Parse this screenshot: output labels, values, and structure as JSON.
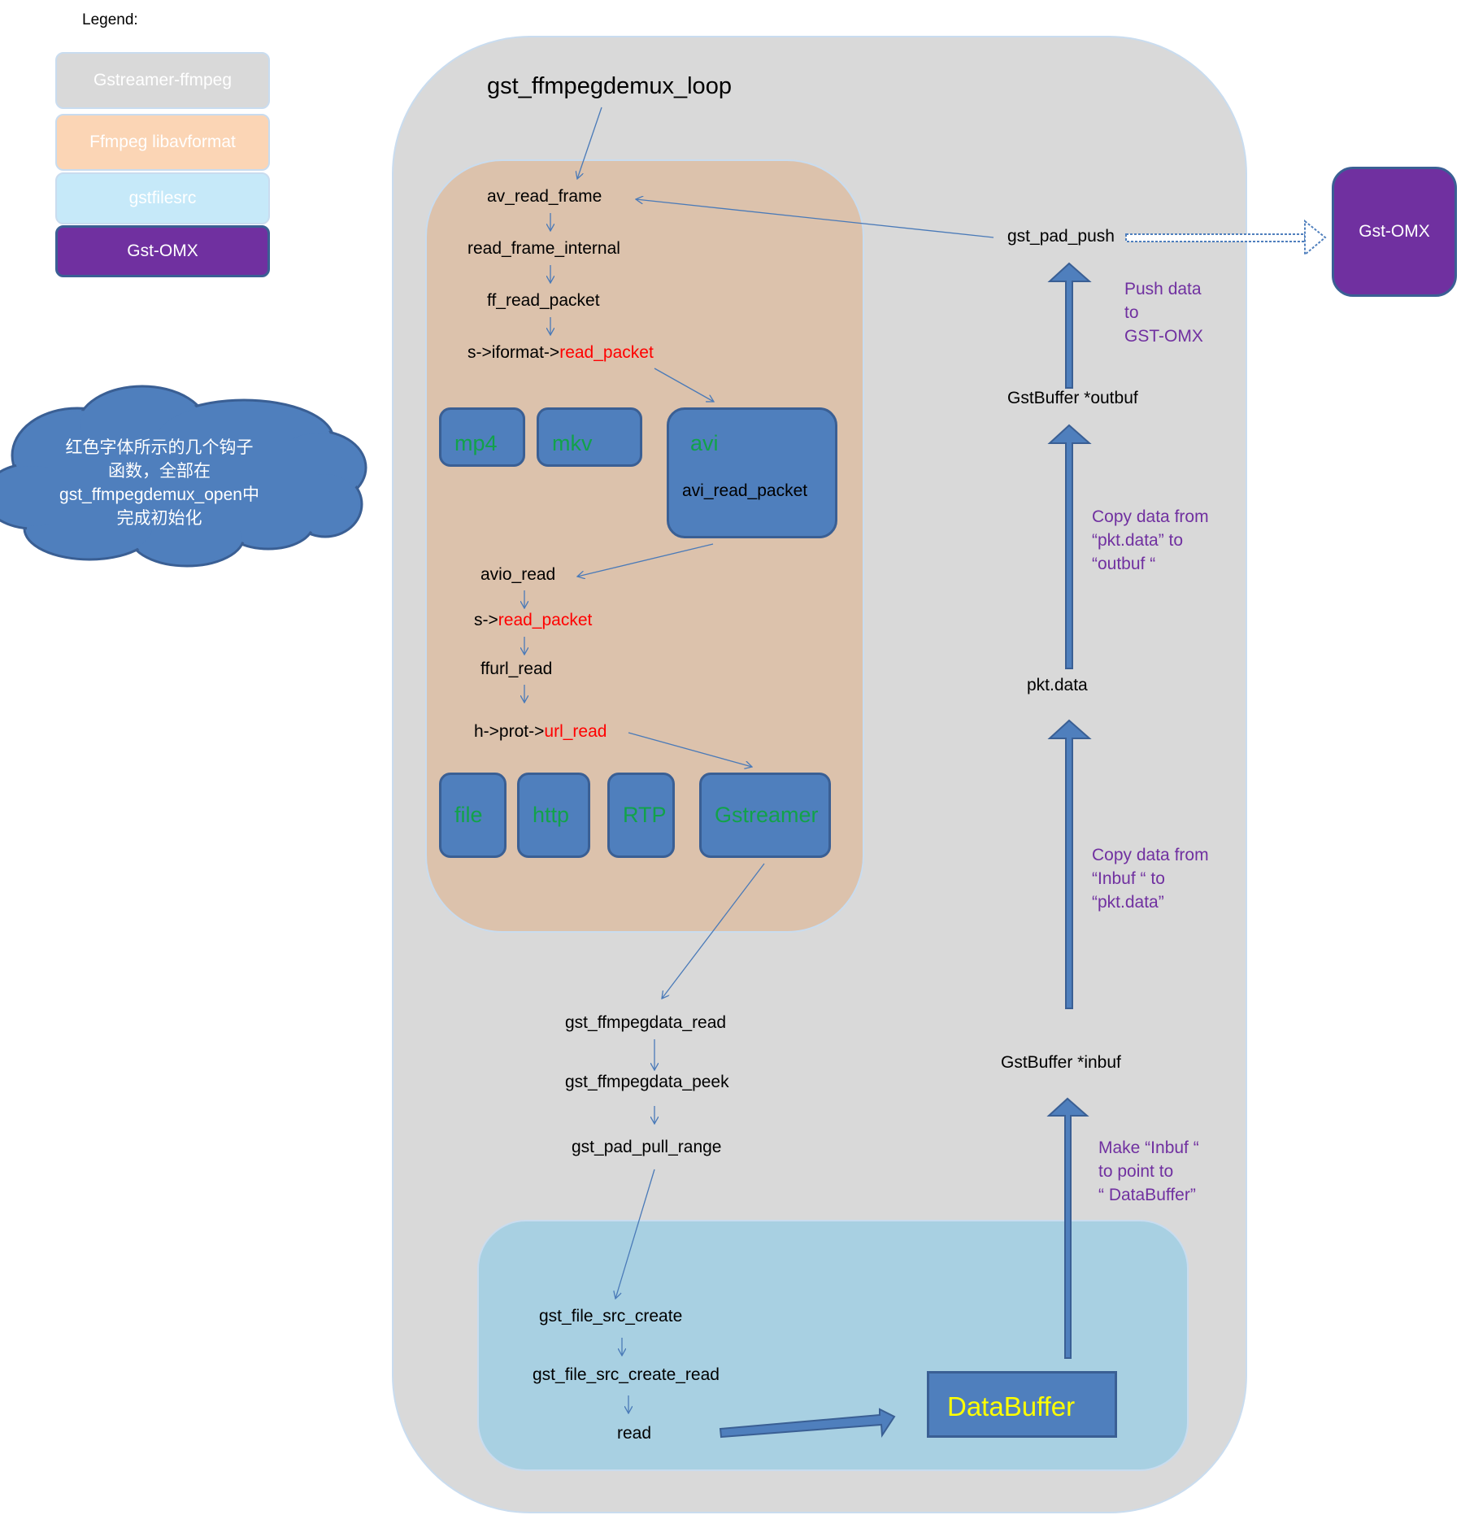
{
  "legend": {
    "title": "Legend:",
    "items": [
      {
        "label": "Gstreamer-ffmpeg"
      },
      {
        "label": "Ffmpeg  libavformat"
      },
      {
        "label": "gstfilesrc"
      },
      {
        "label": "Gst-OMX"
      }
    ]
  },
  "cloud_note": {
    "line1": "红色字体所示的几个钩子",
    "line2": "函数，全部在",
    "line3": "gst_ffmpegdemux_open中",
    "line4": "完成初始化"
  },
  "main": {
    "title": "gst_ffmpegdemux_loop",
    "ffmpeg": {
      "av_read_frame": "av_read_frame",
      "read_frame_internal": "read_frame_internal",
      "ff_read_packet": "ff_read_packet",
      "iformat_prefix": "s->iformat->",
      "iformat_hook": "read_packet",
      "formats": [
        {
          "label": "mp4"
        },
        {
          "label": "mkv"
        },
        {
          "label": "avi",
          "sub": "avi_read_packet"
        }
      ],
      "avio_read": "avio_read",
      "s_prefix": "s->",
      "s_hook": "read_packet",
      "ffurl_read": "ffurl_read",
      "prot_prefix": "h->prot->",
      "prot_hook": "url_read",
      "protocols": [
        {
          "label": "file"
        },
        {
          "label": "http"
        },
        {
          "label": "RTP"
        },
        {
          "label": "Gstreamer"
        }
      ]
    },
    "gst_ffmpegdata_read": "gst_ffmpegdata_read",
    "gst_ffmpegdata_peek": "gst_ffmpegdata_peek",
    "gst_pad_pull_range": "gst_pad_pull_range",
    "filesrc": {
      "create": "gst_file_src_create",
      "create_read": "gst_file_src_create_read",
      "read": "read",
      "databuffer": "DataBuffer"
    },
    "right_column": {
      "gst_pad_push": "gst_pad_push",
      "outbuf": "GstBuffer *outbuf",
      "pkt_data": "pkt.data",
      "inbuf": "GstBuffer *inbuf",
      "note_push": [
        "Push data",
        "to",
        "GST-OMX"
      ],
      "note_copy_outbuf": [
        "Copy data from",
        "“pkt.data” to",
        "“outbuf “"
      ],
      "note_copy_pkt": [
        "Copy data from",
        "“Inbuf “  to",
        "“pkt.data”"
      ],
      "note_make": [
        "Make “Inbuf “",
        "to point to",
        "“ DataBuffer”"
      ]
    }
  },
  "gst_omx": {
    "label": "Gst-OMX"
  },
  "colors": {
    "gst_ffmpeg": "#d9d9d9",
    "ffmpeg": "#dcc2ac",
    "filesrc": "#a8d0e2",
    "omx": "#7030a0",
    "hook_blue": "#4f7fbd",
    "hook_text": "#12a24a",
    "red": "#ff0000",
    "purple_text": "#7030a0",
    "databuffer_text": "#ffff00"
  }
}
